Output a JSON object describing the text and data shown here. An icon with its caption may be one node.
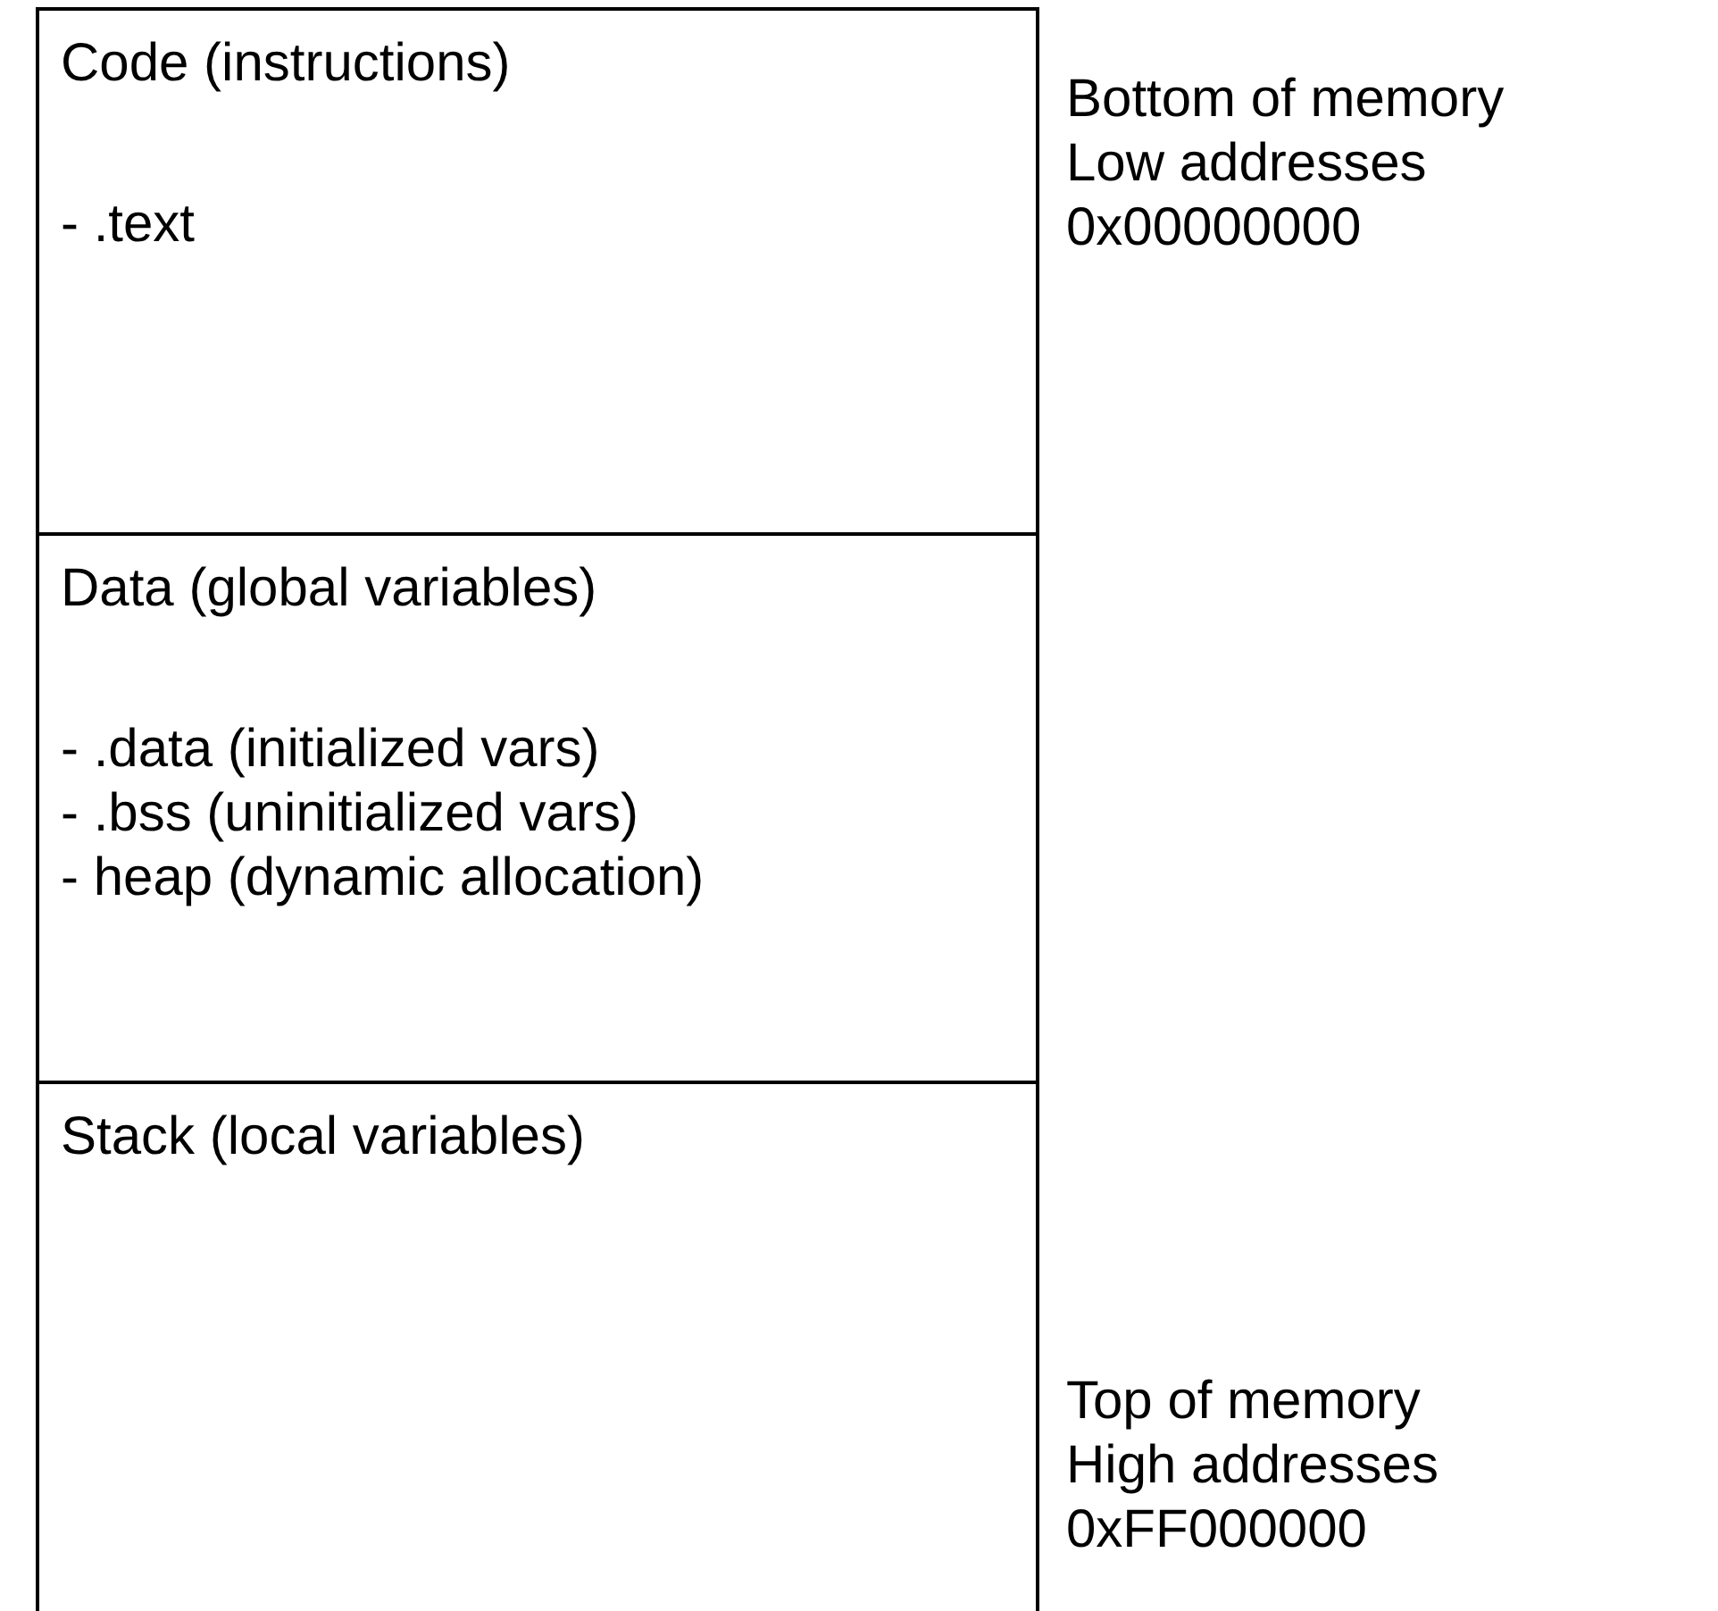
{
  "diagram": {
    "nodes": [
      {
        "text": [
          "Code (instructions)",
          "- .text"
        ]
      },
      {
        "text": [
          "Data (global variables)",
          "- .data (initialized vars)",
          "- .bss (uninitialized vars)",
          "- heap (dynamic allocation)"
        ]
      },
      {
        "text": [
          "Stack (local variables)"
        ]
      }
    ],
    "labels": [
      "Bottom of memory",
      "Low addresses",
      "0x00000000",
      "Top of memory",
      "High addresses",
      "0xFF000000"
    ]
  }
}
